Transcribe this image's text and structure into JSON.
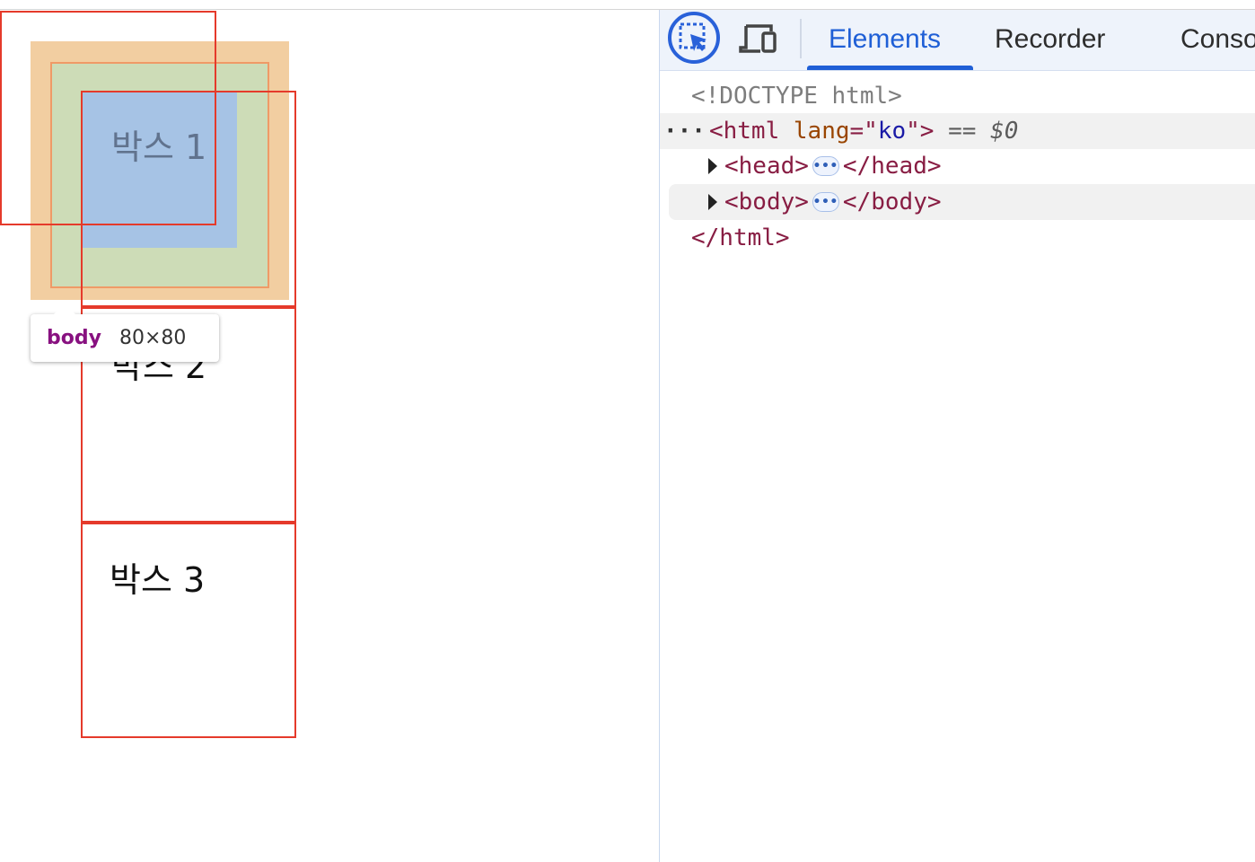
{
  "page": {
    "boxes": [
      "박스 1",
      "박스 2",
      "박스 3"
    ]
  },
  "tooltip": {
    "tag": "body",
    "size": "80×80"
  },
  "devtools": {
    "tabs": [
      "Elements",
      "Recorder",
      "Console"
    ],
    "active_tab": "Elements",
    "icons": [
      "inspect-element-icon",
      "device-toolbar-icon"
    ],
    "dom": {
      "doctype": "<!DOCTYPE html>",
      "html_open_tag": "<html",
      "html_attr_name": "lang",
      "html_attr_eq": "=\"",
      "html_attr_value": "ko",
      "html_attr_close": "\">",
      "selected_marker": "== $0",
      "head_open": "<head>",
      "head_close": "</head>",
      "body_open": "<body>",
      "body_close": "</body>",
      "html_close": "</html>"
    }
  },
  "colors": {
    "accent": "#1f5fd6",
    "box_border": "#e53a2b",
    "margin_highlight": "#f2cea1",
    "padding_highlight": "#cddcb7",
    "content_highlight": "#a6c3e5"
  }
}
